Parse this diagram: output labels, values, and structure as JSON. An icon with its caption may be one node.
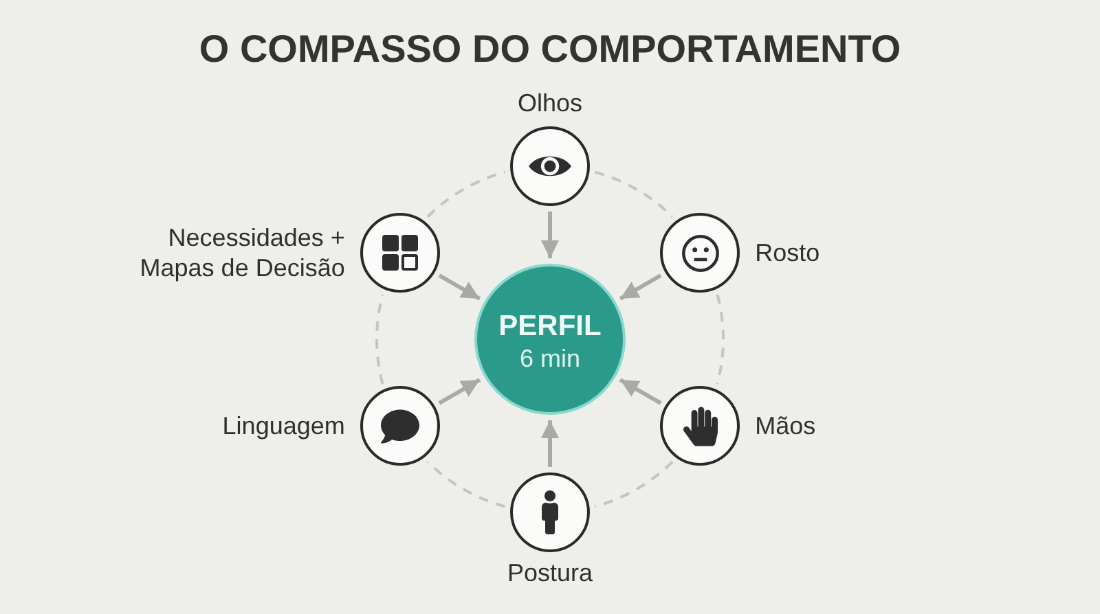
{
  "diagram": {
    "title": "O COMPASSO DO COMPORTAMENTO",
    "nodes": [
      {
        "text": [],
        "shape": "circle",
        "beside": [
          "Olhos"
        ]
      },
      {
        "text": [],
        "shape": "circle",
        "beside": [
          "Necessidades + Mapas de Decisão"
        ]
      },
      {
        "text": [],
        "shape": "circle",
        "beside": [
          "Rosto"
        ]
      },
      {
        "text": [
          "PERFIL",
          "6 min"
        ]
      },
      {
        "text": [],
        "shape": "circle",
        "beside": [
          "Linguagem"
        ]
      },
      {
        "text": [],
        "shape": "circle",
        "beside": [
          "Mãos"
        ]
      },
      {
        "text": [],
        "shape": "circle",
        "beside": [
          "Postura"
        ]
      }
    ],
    "edges": [
      {
        "from": 0,
        "to": 3,
        "arrow": "to"
      },
      {
        "from": 1,
        "to": 3,
        "arrow": "to"
      },
      {
        "from": 2,
        "to": 3,
        "arrow": "to"
      },
      {
        "from": 4,
        "to": 3,
        "arrow": "to"
      },
      {
        "from": 5,
        "to": 3,
        "arrow": "to"
      },
      {
        "from": 6,
        "to": 3,
        "arrow": "to"
      },
      {
        "from": 0,
        "to": 2,
        "arrow": "none",
        "style": "dashed",
        "color": "#c4c4c2"
      },
      {
        "from": 2,
        "to": 5,
        "arrow": "none",
        "style": "dashed",
        "color": "#c4c4c2"
      },
      {
        "from": 5,
        "to": 6,
        "arrow": "none",
        "style": "dashed",
        "color": "#c4c4c2"
      },
      {
        "from": 6,
        "to": 4,
        "arrow": "none",
        "style": "dashed",
        "color": "#c4c4c2"
      },
      {
        "from": 4,
        "to": 1,
        "arrow": "none",
        "style": "dashed",
        "color": "#c4c4c2"
      },
      {
        "from": 1,
        "to": 0,
        "arrow": "none",
        "style": "dashed",
        "color": "#c4c4c2"
      }
    ]
  }
}
